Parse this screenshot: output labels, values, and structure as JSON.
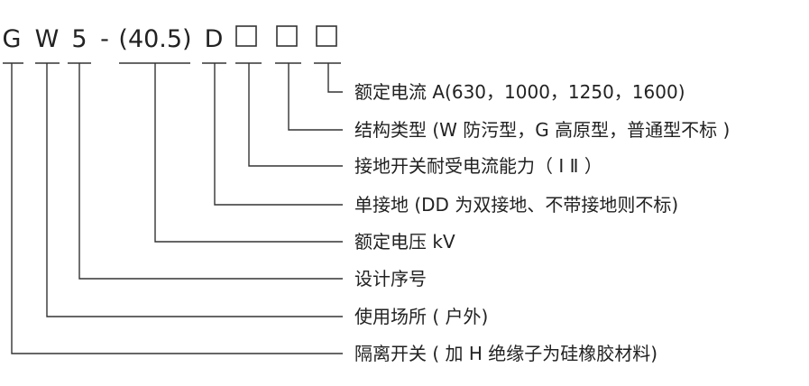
{
  "code": {
    "segments": [
      "G",
      "W",
      "5",
      "-",
      "(40.5)",
      "D",
      "□",
      "□",
      "□"
    ]
  },
  "descriptions": [
    "额定电流 A(630，1000，1250，1600)",
    "结构类型 (W 防污型，G 高原型，普通型不标 )",
    "接地开关耐受电流能力（ Ⅰ Ⅱ ）",
    "单接地 (DD 为双接地、不带接地则不标)",
    "额定电压 kV",
    "设计序号",
    "使用场所 ( 户外)",
    "隔离开关 ( 加 H 绝缘子为硅橡胶材料)"
  ]
}
